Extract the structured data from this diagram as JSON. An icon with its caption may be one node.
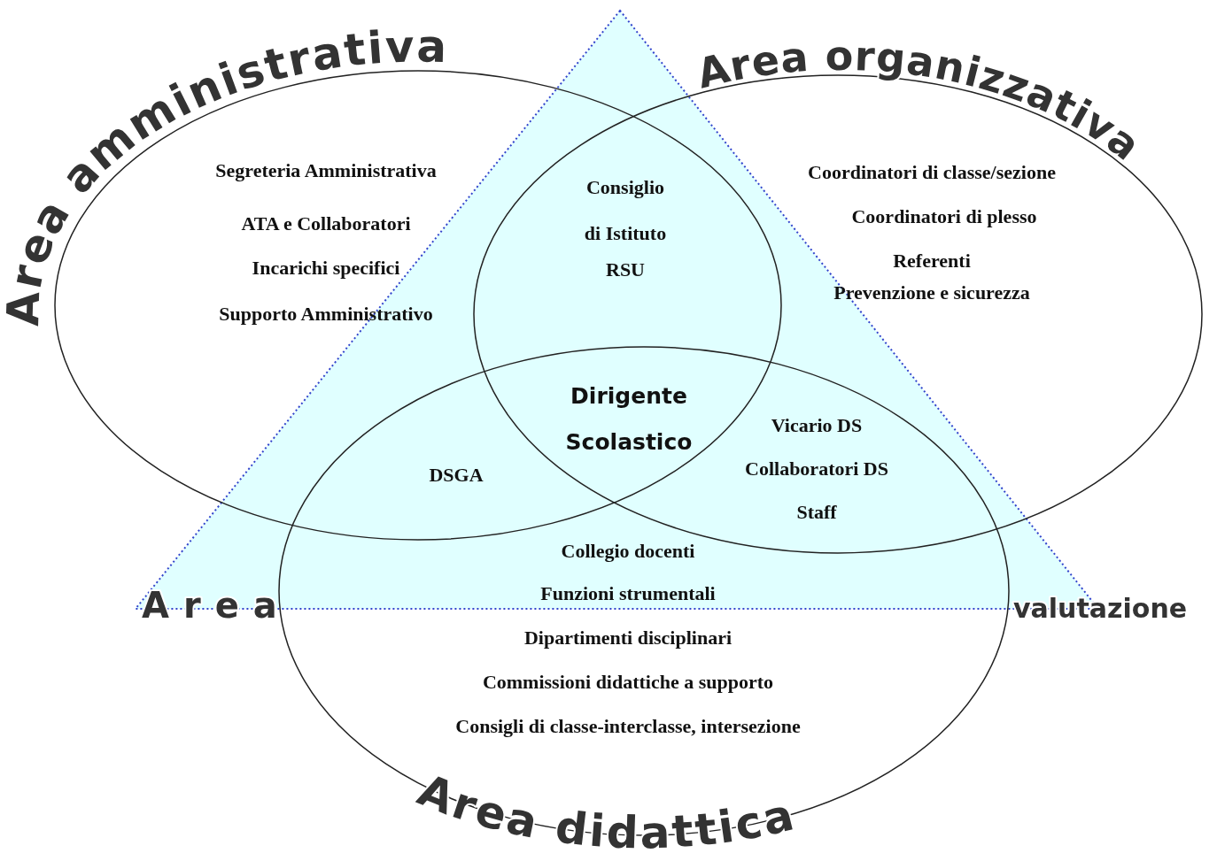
{
  "diagram": {
    "nodes": [
      {
        "text": [
          "Area amministrativa"
        ]
      },
      {
        "text": [
          "Area organizzativa"
        ]
      },
      {
        "text": [
          "Area didattica"
        ]
      },
      {
        "text": [
          "Area",
          "valutazione"
        ]
      }
    ],
    "labels": [
      "Segreteria Amministrativa",
      "Consiglio di Istituto",
      "Coordinatori di classe/sezione",
      "ATA e Collaboratori",
      "Coordinatori di plesso",
      "Incarichi specifici",
      "RSU",
      "Referenti",
      "Prevenzione e sicurezza",
      "Supporto Amministrativo",
      "Dirigente Scolastico",
      "Vicario DS",
      "DSGA",
      "Collaboratori DS",
      "Staff",
      "Collegio docenti",
      "Funzioni strumentali",
      "Dipartimenti disciplinari",
      "Commissioni didattiche a supporto",
      "Consigli di classe-interclasse, intersezione"
    ]
  }
}
